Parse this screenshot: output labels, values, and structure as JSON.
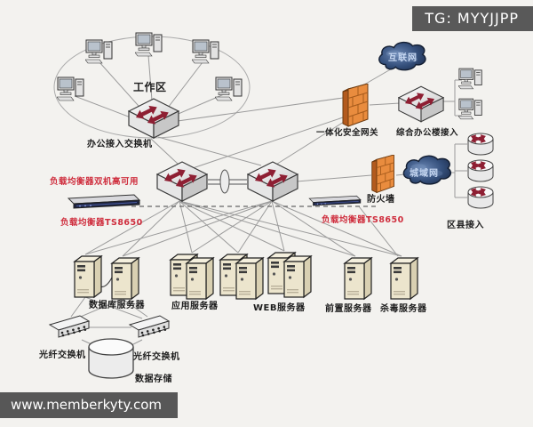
{
  "overlay": {
    "tg_banner": "TG: MYYJJPP",
    "watermark": "www.memberkyty.com"
  },
  "diagram": {
    "labels": {
      "work_area": "工作区",
      "office_switch": "办公接入交换机",
      "lb_ha_note": "负载均衡器双机高可用",
      "lb_model_left": "负载均衡器TS8650",
      "lb_model_right": "负载均衡器TS8650",
      "security_gateway": "一体化安全网关",
      "building_access": "综合办公楼接入",
      "internet": "互联网",
      "metro_network": "城域网",
      "firewall": "防火墙",
      "district_access": "区县接入",
      "db_servers": "数据库服务器",
      "app_servers": "应用服务器",
      "web_servers": "WEB服务器",
      "front_servers": "前置服务器",
      "antivirus_servers": "杀毒服务器",
      "fiber_switch_left": "光纤交换机",
      "fiber_switch_right": "光纤交换机",
      "data_storage": "数据存储"
    },
    "colors": {
      "background": "#f3f2ef",
      "banner_bg": "#595959",
      "label_red": "#cf2e3e",
      "switch_arrow_red": "#8e1f33",
      "firewall_orange": "#e98c3e",
      "cloud_navy": "#2c4164",
      "line_gray": "#9b9b9b"
    }
  }
}
